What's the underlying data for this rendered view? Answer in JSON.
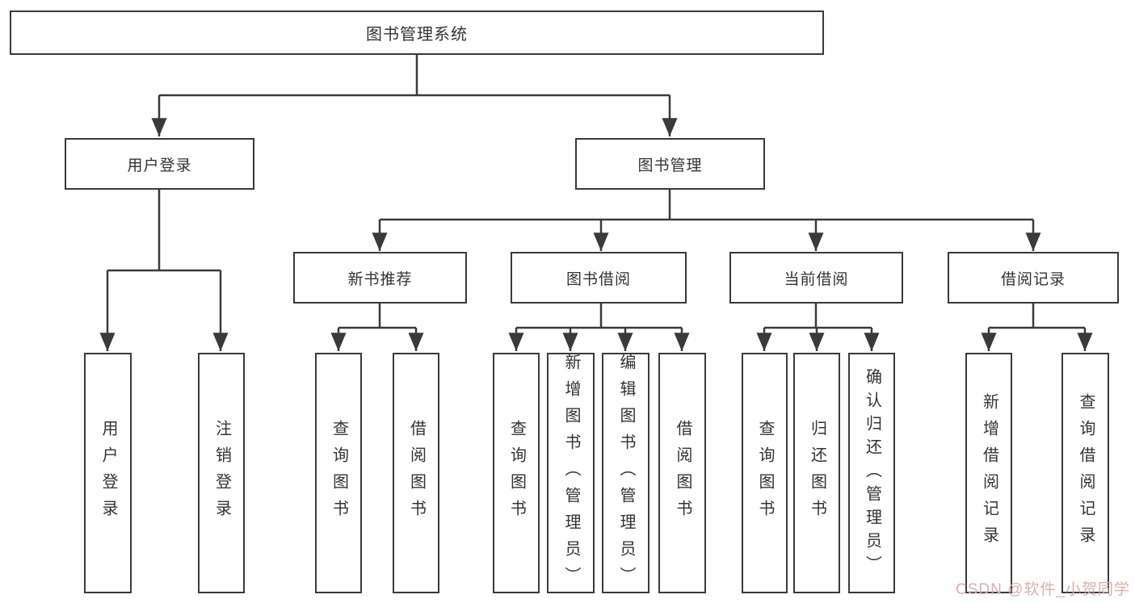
{
  "diagram": {
    "root": "图书管理系统",
    "level2": [
      {
        "label": "用户登录",
        "children": [
          "用户登录",
          "注销登录"
        ]
      },
      {
        "label": "图书管理",
        "groups": [
          {
            "label": "新书推荐",
            "children": [
              "查询图书",
              "借阅图书"
            ]
          },
          {
            "label": "图书借阅",
            "children": [
              "查询图书",
              "新增图书（管理员）",
              "编辑图书（管理员）",
              "借阅图书"
            ]
          },
          {
            "label": "当前借阅",
            "children": [
              "查询图书",
              "归还图书",
              "确认归还（管理员）"
            ]
          },
          {
            "label": "借阅记录",
            "children": [
              "新增借阅记录",
              "查询借阅记录"
            ]
          }
        ]
      }
    ]
  },
  "watermark": {
    "text": "CSDN @软件_小贺同学"
  },
  "colors": {
    "line": "#3a3a3a",
    "text": "#333333",
    "background": "#ffffff",
    "watermark": "#d9afaf"
  }
}
